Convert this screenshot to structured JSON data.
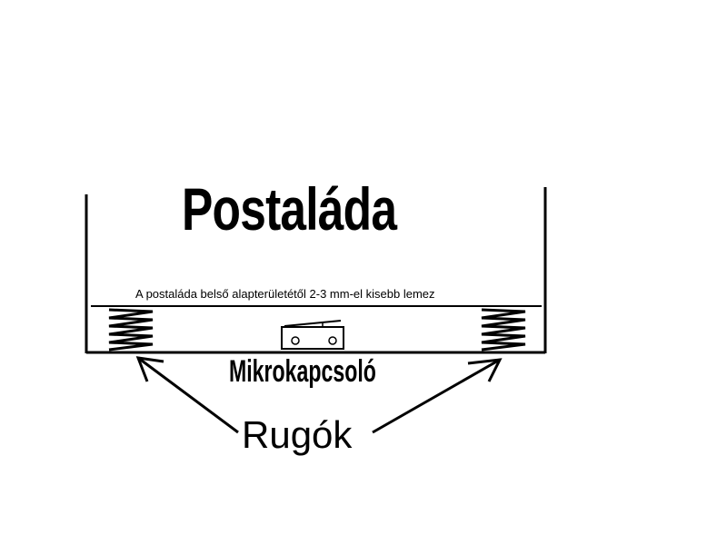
{
  "diagram": {
    "title": "Postaláda",
    "plate_label": "A postaláda belső alapterületétől 2-3 mm-el kisebb lemez",
    "switch_label": "Mikrokapcsoló",
    "springs_label": "Rugók",
    "colors": {
      "line": "#000000",
      "background": "#ffffff"
    }
  }
}
